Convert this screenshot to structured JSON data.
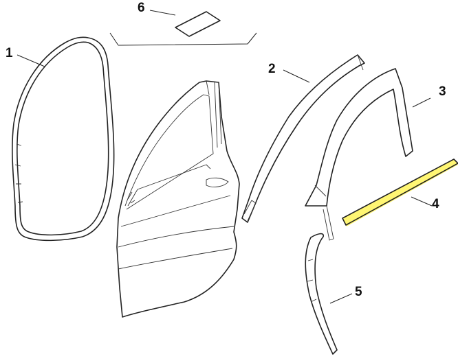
{
  "diagram": {
    "callouts": [
      {
        "number": "1",
        "part": "door-opening-weatherstrip"
      },
      {
        "number": "2",
        "part": "door-frame-outer-trim"
      },
      {
        "number": "3",
        "part": "door-frame-inner-seal"
      },
      {
        "number": "4",
        "part": "window-belt-molding"
      },
      {
        "number": "5",
        "part": "b-pillar-lower-seal"
      },
      {
        "number": "6",
        "part": "door-label"
      }
    ],
    "highlight_color": "#fff45a",
    "line_color": "#222222"
  }
}
